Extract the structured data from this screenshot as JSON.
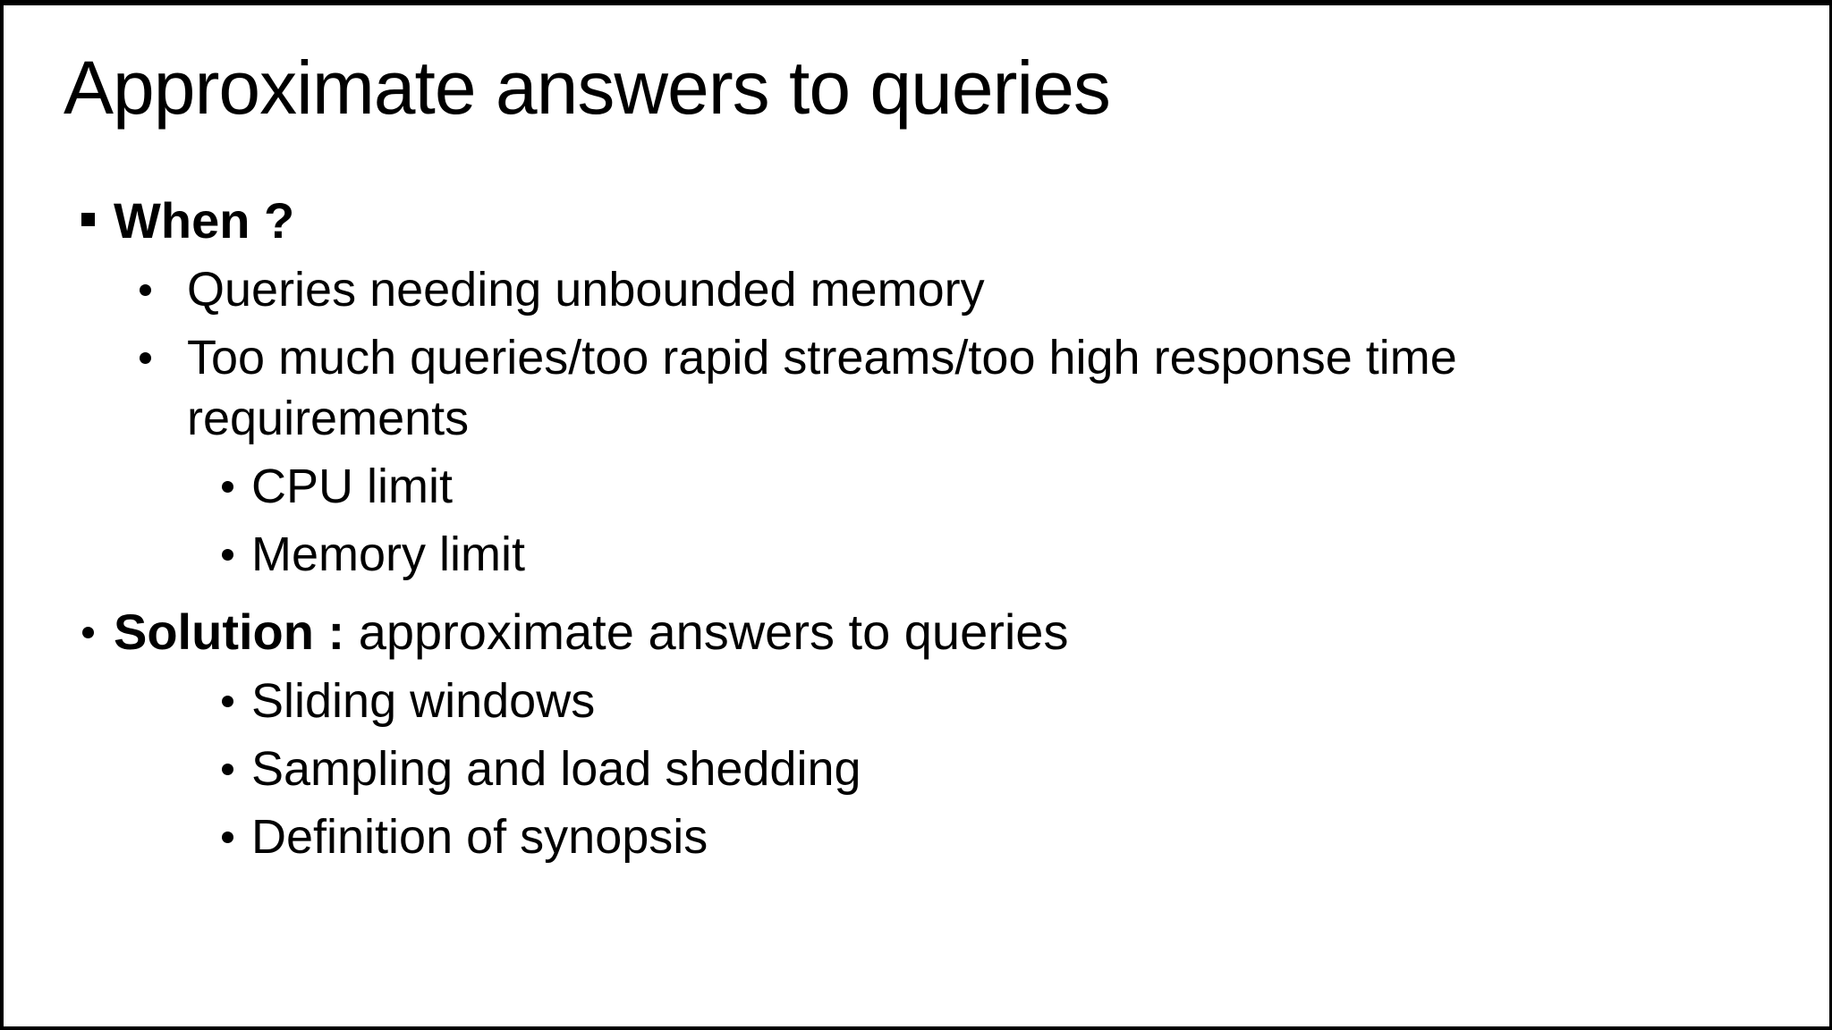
{
  "colors": {
    "background": "#ffffff",
    "text": "#000000",
    "border": "#000000"
  },
  "slide": {
    "title": "Approximate answers to queries",
    "bullets": [
      {
        "marker": "square",
        "bold": "When ?",
        "text": ""
      },
      {
        "marker": "dot",
        "text": "Queries needing unbounded memory"
      },
      {
        "marker": "dot",
        "text": "Too much queries/too rapid streams/too high response time requirements"
      },
      {
        "marker": "dot",
        "text": "CPU limit"
      },
      {
        "marker": "dot",
        "text": "Memory limit"
      },
      {
        "marker": "dot",
        "bold": "Solution :",
        "text": " approximate answers to queries"
      },
      {
        "marker": "dot",
        "text": "Sliding windows"
      },
      {
        "marker": "dot",
        "text": "Sampling and load shedding"
      },
      {
        "marker": "dot",
        "text": "Definition of synopsis"
      }
    ]
  }
}
